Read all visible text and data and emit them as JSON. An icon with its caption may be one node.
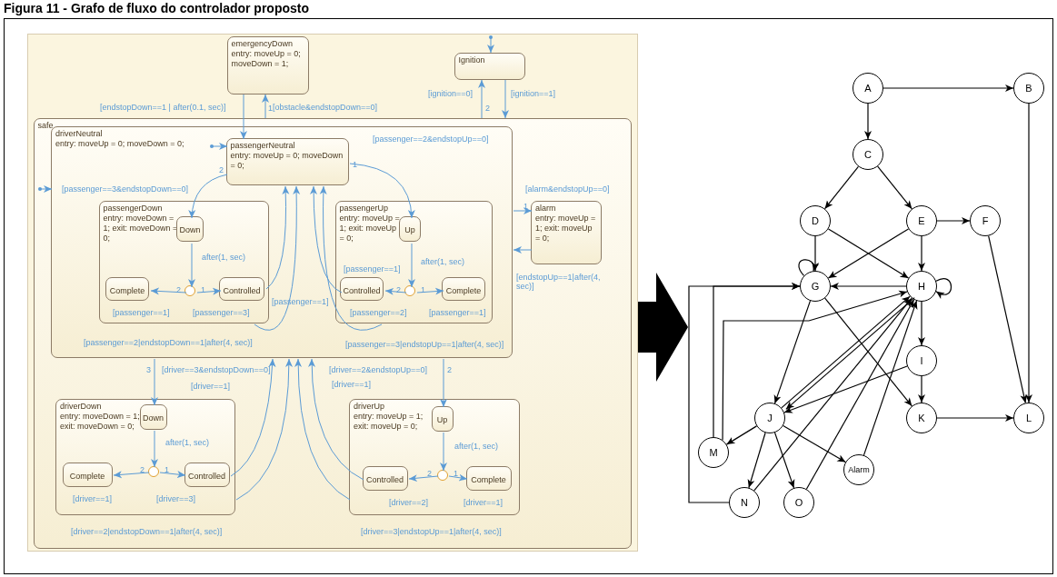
{
  "diagram": {
    "title": "Figura 11 - Grafo de fluxo do controlador proposto",
    "nodes": [
      {
        "text": [],
        "shape": "box"
      },
      {
        "text": [
          "emergencyDown",
          "entry: moveUp = 0; moveDown = 1;"
        ],
        "in": 0
      },
      {
        "text": [
          "Ignition"
        ],
        "in": 0
      },
      {
        "text": [
          "safe"
        ],
        "in": 0
      },
      {
        "text": [
          "driverNeutral",
          "entry: moveUp = 0; moveDown = 0;"
        ],
        "in": 3
      },
      {
        "text": [
          "passengerNeutral",
          "entry: moveUp = 0; moveDown = 0;"
        ],
        "in": 4
      },
      {
        "text": [
          "passengerDown",
          "entry: moveDown = 1; exit: moveDown = 0;"
        ],
        "in": 4
      },
      {
        "text": [
          "Down"
        ],
        "in": 6
      },
      {
        "text": [],
        "shape": "circle",
        "in": 6
      },
      {
        "text": [
          "Complete"
        ],
        "in": 6
      },
      {
        "text": [
          "Controlled"
        ],
        "in": 6
      },
      {
        "text": [
          "passengerUp",
          "entry: moveUp = 1; exit: moveUp = 0;"
        ],
        "in": 4
      },
      {
        "text": [
          "Up"
        ],
        "in": 11
      },
      {
        "text": [],
        "shape": "circle",
        "in": 11
      },
      {
        "text": [
          "Controlled"
        ],
        "in": 11
      },
      {
        "text": [
          "Complete"
        ],
        "in": 11
      },
      {
        "text": [
          "alarm",
          "entry: moveUp = 1; exit: moveUp = 0;"
        ],
        "in": 3
      },
      {
        "text": [
          "driverDown",
          "entry: moveDown = 1; exit: moveDown = 0;"
        ],
        "in": 3
      },
      {
        "text": [
          "Down"
        ],
        "in": 17
      },
      {
        "text": [],
        "shape": "circle",
        "in": 17
      },
      {
        "text": [
          "Complete"
        ],
        "in": 17
      },
      {
        "text": [
          "Controlled"
        ],
        "in": 17
      },
      {
        "text": [
          "driverUp",
          "entry: moveUp = 1; exit: moveUp = 0;"
        ],
        "in": 3
      },
      {
        "text": [
          "Up"
        ],
        "in": 22
      },
      {
        "text": [],
        "shape": "circle",
        "in": 22
      },
      {
        "text": [
          "Controlled"
        ],
        "in": 22
      },
      {
        "text": [
          "Complete"
        ],
        "in": 22
      },
      {
        "text": [
          "A"
        ]
      },
      {
        "text": [
          "B"
        ]
      },
      {
        "text": [
          "C"
        ]
      },
      {
        "text": [
          "D"
        ]
      },
      {
        "text": [
          "E"
        ]
      },
      {
        "text": [
          "F"
        ]
      },
      {
        "text": [
          "G"
        ]
      },
      {
        "text": [
          "H"
        ]
      },
      {
        "text": [
          "I"
        ]
      },
      {
        "text": [
          "J"
        ]
      },
      {
        "text": [
          "K"
        ]
      },
      {
        "text": [
          "L"
        ]
      },
      {
        "text": [
          "M"
        ]
      },
      {
        "text": [
          "Alarm"
        ]
      },
      {
        "text": [
          "N"
        ]
      },
      {
        "text": [
          "O"
        ]
      }
    ],
    "edges": [
      {
        "from": null,
        "to": 2,
        "arrow": "to",
        "color": "#5b9bd5"
      },
      {
        "from": 2,
        "to": 3,
        "arrow": "to",
        "label": "[ignition==1]",
        "color": "#5b9bd5"
      },
      {
        "from": 3,
        "to": 2,
        "arrow": "to",
        "label": "[ignition==0]",
        "color": "#5b9bd5"
      },
      {
        "from": 1,
        "to": 5,
        "arrow": "to",
        "label": "[endstopDown==1 | after(0.1, sec)]",
        "color": "#5b9bd5"
      },
      {
        "from": 3,
        "to": 1,
        "arrow": "to",
        "label": "[obstacle&endstopDown==0]",
        "color": "#5b9bd5"
      },
      {
        "from": null,
        "to": 5,
        "arrow": "to",
        "color": "#5b9bd5"
      },
      {
        "from": null,
        "to": 4,
        "arrow": "to",
        "color": "#5b9bd5"
      },
      {
        "from": 5,
        "to": 7,
        "arrow": "to",
        "label": "[passenger==3&endstopDown==0]",
        "color": "#5b9bd5"
      },
      {
        "from": 5,
        "to": 12,
        "arrow": "to",
        "label": "[passenger==2&endstopUp==0]",
        "color": "#5b9bd5"
      },
      {
        "from": 7,
        "to": 8,
        "arrow": "to",
        "label": "after(1, sec)",
        "color": "#5b9bd5"
      },
      {
        "from": 8,
        "to": 9,
        "arrow": "to",
        "label": "[passenger==1]",
        "color": "#5b9bd5"
      },
      {
        "from": 8,
        "to": 10,
        "arrow": "to",
        "label": "[passenger==3]",
        "color": "#5b9bd5"
      },
      {
        "from": 10,
        "to": 5,
        "arrow": "to",
        "label": "[passenger==1]",
        "color": "#5b9bd5"
      },
      {
        "from": 6,
        "to": 5,
        "arrow": "to",
        "label": "[passenger==2|endstopDown==1|after(4, sec)]",
        "color": "#5b9bd5"
      },
      {
        "from": 14,
        "to": 5,
        "arrow": "to",
        "label": "[passenger==1]",
        "color": "#5b9bd5"
      },
      {
        "from": 11,
        "to": 5,
        "arrow": "to",
        "label": "[passenger==3|endstopUp==1|after(4, sec)]",
        "color": "#5b9bd5"
      },
      {
        "from": 12,
        "to": 13,
        "arrow": "to",
        "label": "after(1, sec)",
        "color": "#5b9bd5"
      },
      {
        "from": 13,
        "to": 14,
        "arrow": "to",
        "label": "[passenger==2]",
        "color": "#5b9bd5"
      },
      {
        "from": 13,
        "to": 15,
        "arrow": "to",
        "label": "[passenger==1]",
        "color": "#5b9bd5"
      },
      {
        "from": 4,
        "to": 16,
        "arrow": "to",
        "label": "[alarm&endstopUp==0]",
        "color": "#5b9bd5"
      },
      {
        "from": 16,
        "to": 4,
        "arrow": "to",
        "label": "[endstopUp==1|after(4, sec)]",
        "color": "#5b9bd5"
      },
      {
        "from": 4,
        "to": 18,
        "arrow": "to",
        "label": "[driver==3&endstopDown==0]",
        "color": "#5b9bd5"
      },
      {
        "from": 4,
        "to": 23,
        "arrow": "to",
        "label": "[driver==2&endstopUp==0]",
        "color": "#5b9bd5"
      },
      {
        "from": 21,
        "to": 4,
        "arrow": "to",
        "label": "[driver==1]",
        "color": "#5b9bd5"
      },
      {
        "from": 17,
        "to": 4,
        "arrow": "to",
        "label": "[driver==2|endstopDown==1|after(4, sec)]",
        "color": "#5b9bd5"
      },
      {
        "from": 25,
        "to": 4,
        "arrow": "to",
        "label": "[driver==1]",
        "color": "#5b9bd5"
      },
      {
        "from": 22,
        "to": 4,
        "arrow": "to",
        "label": "[driver==3|endstopUp==1|after(4, sec)]",
        "color": "#5b9bd5"
      },
      {
        "from": 18,
        "to": 19,
        "arrow": "to",
        "label": "after(1, sec)",
        "color": "#5b9bd5"
      },
      {
        "from": 19,
        "to": 20,
        "arrow": "to",
        "label": "[driver==1]",
        "color": "#5b9bd5"
      },
      {
        "from": 19,
        "to": 21,
        "arrow": "to",
        "label": "[driver==3]",
        "color": "#5b9bd5"
      },
      {
        "from": 23,
        "to": 24,
        "arrow": "to",
        "label": "after(1, sec)",
        "color": "#5b9bd5"
      },
      {
        "from": 24,
        "to": 25,
        "arrow": "to",
        "label": "[driver==2]",
        "color": "#5b9bd5"
      },
      {
        "from": 24,
        "to": 26,
        "arrow": "to",
        "label": "[driver==1]",
        "color": "#5b9bd5"
      },
      {
        "from": 0,
        "to": null,
        "arrow": "to",
        "style": "thick",
        "color": "#000000"
      },
      {
        "from": 27,
        "to": 28,
        "arrow": "to",
        "color": "#000000"
      },
      {
        "from": 27,
        "to": 29,
        "arrow": "to",
        "color": "#000000"
      },
      {
        "from": 29,
        "to": 30,
        "arrow": "to",
        "color": "#000000"
      },
      {
        "from": 29,
        "to": 31,
        "arrow": "to",
        "color": "#000000"
      },
      {
        "from": 31,
        "to": 32,
        "arrow": "to",
        "color": "#000000"
      },
      {
        "from": 30,
        "to": 33,
        "arrow": "to",
        "color": "#000000"
      },
      {
        "from": 30,
        "to": 34,
        "arrow": "to",
        "color": "#000000"
      },
      {
        "from": 31,
        "to": 33,
        "arrow": "to",
        "color": "#000000"
      },
      {
        "from": 31,
        "to": 34,
        "arrow": "to",
        "color": "#000000"
      },
      {
        "from": 33,
        "to": 33,
        "arrow": "to",
        "color": "#000000"
      },
      {
        "from": 34,
        "to": 34,
        "arrow": "to",
        "color": "#000000"
      },
      {
        "from": 34,
        "to": 33,
        "arrow": "to",
        "color": "#000000"
      },
      {
        "from": 39,
        "to": 33,
        "arrow": "to",
        "color": "#000000"
      },
      {
        "from": 41,
        "to": 33,
        "arrow": "to",
        "color": "#000000"
      },
      {
        "from": 39,
        "to": 34,
        "arrow": "to",
        "color": "#000000"
      },
      {
        "from": 33,
        "to": 36,
        "arrow": "to",
        "color": "#000000"
      },
      {
        "from": 33,
        "to": 37,
        "arrow": "to",
        "color": "#000000"
      },
      {
        "from": 34,
        "to": 35,
        "arrow": "to",
        "color": "#000000"
      },
      {
        "from": 34,
        "to": 36,
        "arrow": "to",
        "color": "#000000"
      },
      {
        "from": 36,
        "to": 34,
        "arrow": "to",
        "color": "#000000"
      },
      {
        "from": 35,
        "to": 36,
        "arrow": "to",
        "color": "#000000"
      },
      {
        "from": 35,
        "to": 37,
        "arrow": "to",
        "color": "#000000"
      },
      {
        "from": 37,
        "to": 38,
        "arrow": "to",
        "color": "#000000"
      },
      {
        "from": 28,
        "to": 38,
        "arrow": "to",
        "color": "#000000"
      },
      {
        "from": 32,
        "to": 38,
        "arrow": "to",
        "color": "#000000"
      },
      {
        "from": 36,
        "to": 39,
        "arrow": "to",
        "color": "#000000"
      },
      {
        "from": 36,
        "to": 41,
        "arrow": "to",
        "color": "#000000"
      },
      {
        "from": 36,
        "to": 42,
        "arrow": "to",
        "color": "#000000"
      },
      {
        "from": 36,
        "to": 40,
        "arrow": "to",
        "color": "#000000"
      },
      {
        "from": 41,
        "to": 34,
        "arrow": "to",
        "color": "#000000"
      },
      {
        "from": 42,
        "to": 34,
        "arrow": "to",
        "color": "#000000"
      },
      {
        "from": 40,
        "to": 34,
        "arrow": "to",
        "color": "#000000"
      }
    ],
    "labels": [
      "1",
      "2",
      "2",
      "1",
      "1",
      "2",
      "1",
      "2",
      "1",
      "3",
      "2",
      "2",
      "1",
      "2",
      "1"
    ]
  }
}
